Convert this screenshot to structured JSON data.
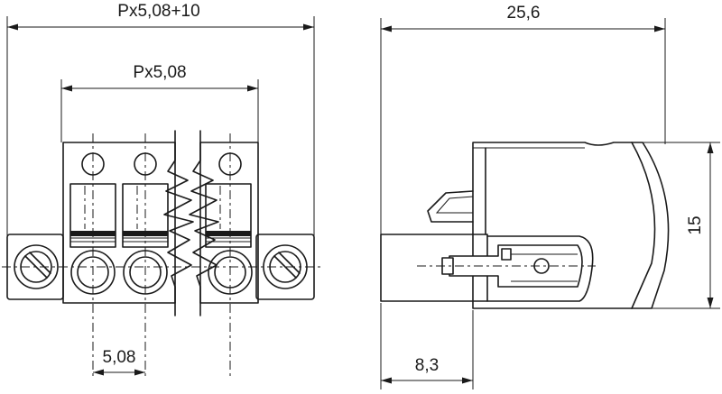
{
  "dimensions": {
    "overall_width": "Px5,08+10",
    "pitch_span": "Px5,08",
    "pitch": "5,08",
    "depth": "25,6",
    "height": "15",
    "offset": "8,3"
  },
  "colors": {
    "line": "#1a1a1a",
    "background": "#ffffff"
  }
}
